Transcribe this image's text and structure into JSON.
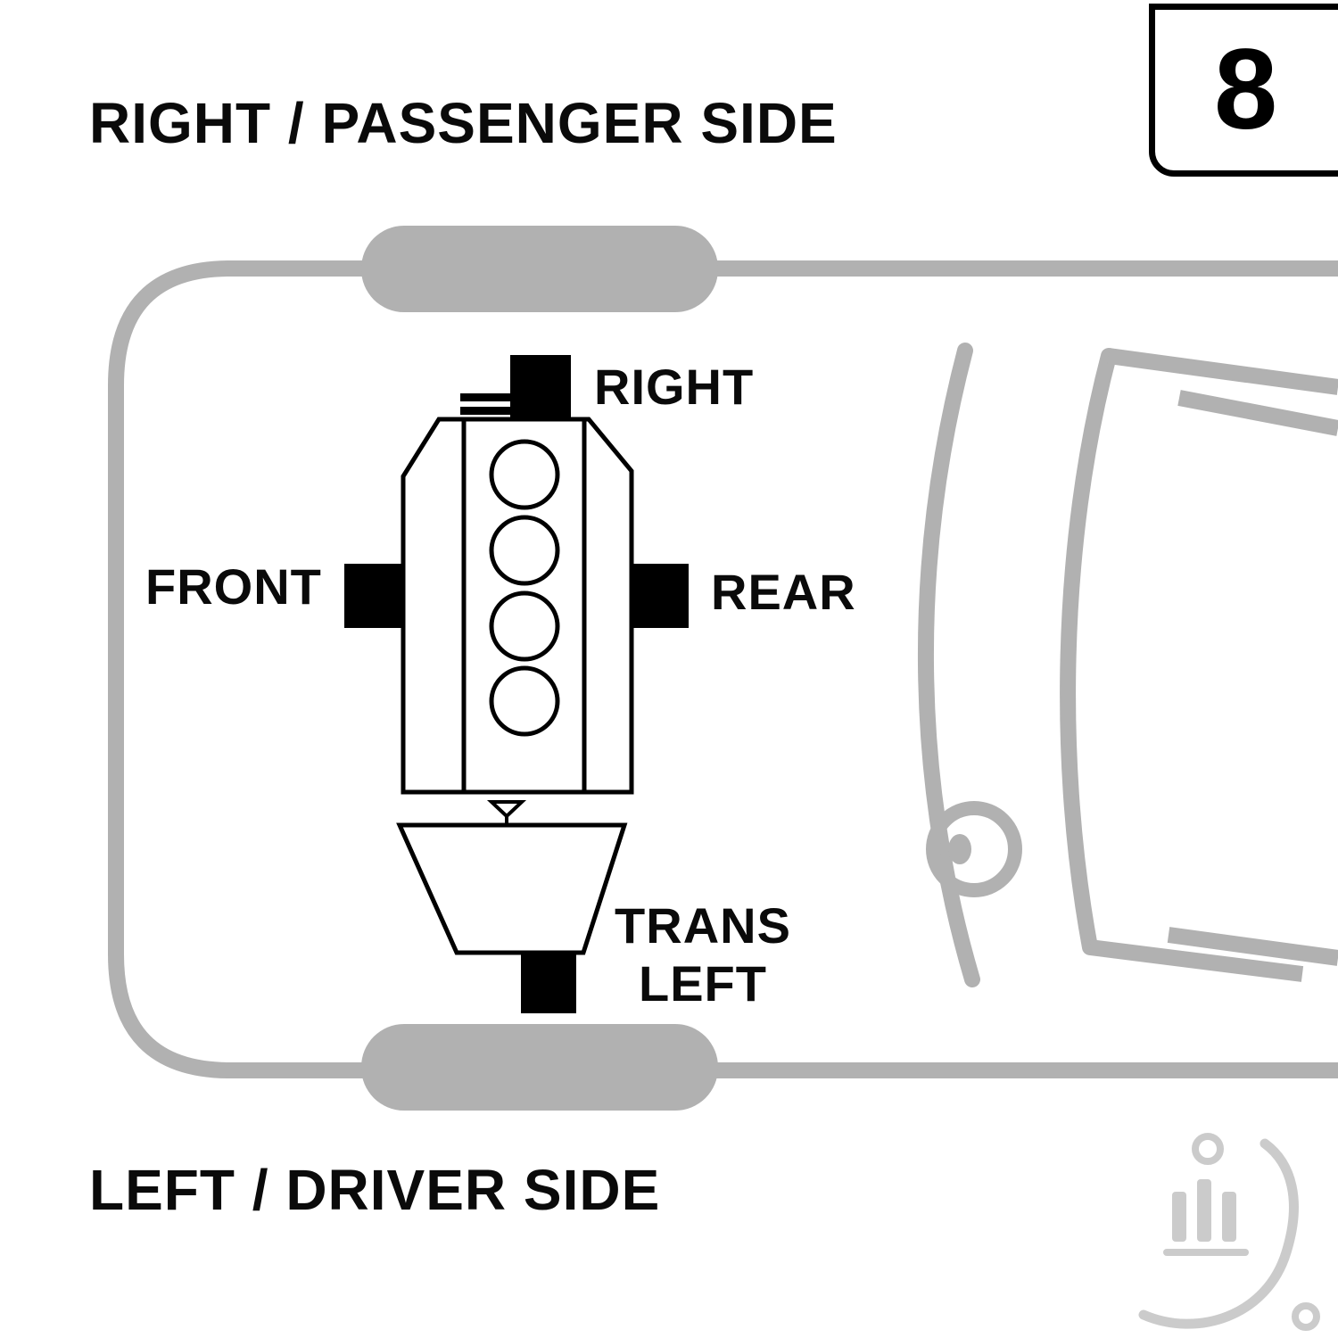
{
  "header": {
    "top_label": "RIGHT / PASSENGER SIDE",
    "page_number": "8"
  },
  "footer": {
    "bottom_label": "LEFT / DRIVER SIDE"
  },
  "diagram": {
    "type": "engine-mount-location-diagram",
    "view": "top view of vehicle, front of car at left",
    "mount_labels": {
      "right": "RIGHT",
      "front": "FRONT",
      "rear": "REAR",
      "trans_line1": "TRANS",
      "trans_line2": "LEFT"
    }
  },
  "colors": {
    "car_outline": "#b1b1b1",
    "engine_line": "#000000",
    "mount_fill": "#000000",
    "watermark": "#cbcbcb",
    "background": "#ffffff"
  }
}
